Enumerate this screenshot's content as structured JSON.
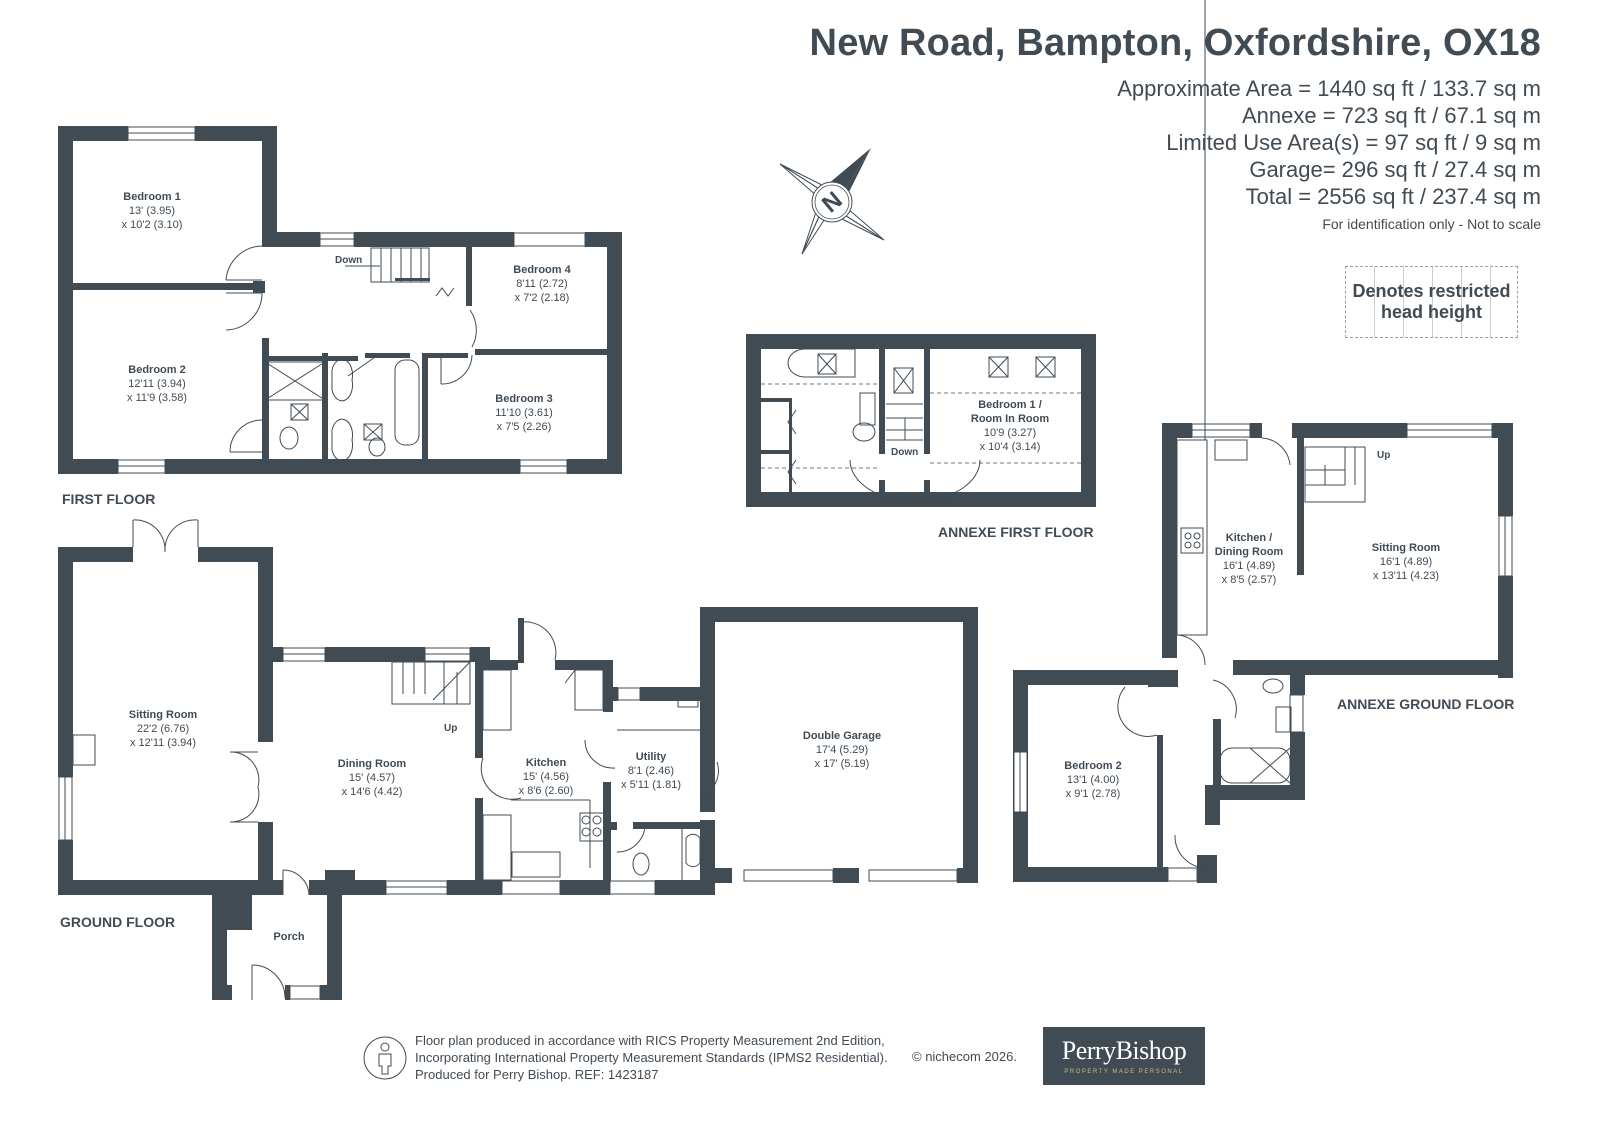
{
  "header": {
    "title": "New Road, Bampton, Oxfordshire, OX18",
    "areas": [
      "Approximate Area = 1440 sq ft / 133.7 sq m",
      "Annexe = 723 sq ft / 67.1 sq m",
      "Limited Use Area(s) = 97 sq ft / 9 sq m",
      "Garage= 296 sq ft / 27.4 sq m",
      "Total = 2556 sq ft / 237.4 sq m"
    ],
    "note": "For identification only - Not to scale"
  },
  "legend": {
    "restricted_line1": "Denotes restricted",
    "restricted_line2": "head height"
  },
  "compass": {
    "icon": "north-compass-icon",
    "label": "N"
  },
  "colors": {
    "wall": "#414b54",
    "text": "#414b54",
    "logo_bg": "#414b54",
    "logo_tagline": "#c9b98a"
  },
  "floors": {
    "first_floor": {
      "label": "FIRST FLOOR",
      "rooms": [
        {
          "name": "Bedroom 1",
          "dim1": "13' (3.95)",
          "dim2": "x 10'2 (3.10)"
        },
        {
          "name": "Bedroom 2",
          "dim1": "12'11 (3.94)",
          "dim2": "x 11'9 (3.58)"
        },
        {
          "name": "Bedroom 4",
          "dim1": "8'11 (2.72)",
          "dim2": "x 7'2 (2.18)"
        },
        {
          "name": "Bedroom 3",
          "dim1": "11'10 (3.61)",
          "dim2": "x 7'5 (2.26)"
        }
      ],
      "stairs_label": "Down"
    },
    "ground_floor": {
      "label": "GROUND FLOOR",
      "rooms": [
        {
          "name": "Sitting Room",
          "dim1": "22'2 (6.76)",
          "dim2": "x 12'11 (3.94)"
        },
        {
          "name": "Dining Room",
          "dim1": "15' (4.57)",
          "dim2": "x 14'6 (4.42)"
        },
        {
          "name": "Kitchen",
          "dim1": "15' (4.56)",
          "dim2": "x 8'6 (2.60)"
        },
        {
          "name": "Utility",
          "dim1": "8'1 (2.46)",
          "dim2": "x 5'11 (1.81)"
        },
        {
          "name": "Double Garage",
          "dim1": "17'4 (5.29)",
          "dim2": "x 17' (5.19)"
        },
        {
          "name": "Porch"
        }
      ],
      "stairs_label": "Up"
    },
    "annexe_first_floor": {
      "label": "ANNEXE FIRST FLOOR",
      "rooms": [
        {
          "name_line1": "Bedroom 1 /",
          "name_line2": "Room In Room",
          "dim1": "10'9 (3.27)",
          "dim2": "x 10'4 (3.14)"
        }
      ],
      "stairs_label": "Down"
    },
    "annexe_ground_floor": {
      "label": "ANNEXE GROUND FLOOR",
      "rooms": [
        {
          "name_line1": "Kitchen /",
          "name_line2": "Dining Room",
          "dim1": "16'1 (4.89)",
          "dim2": "x 8'5 (2.57)"
        },
        {
          "name": "Sitting Room",
          "dim1": "16'1 (4.89)",
          "dim2": "x 13'11 (4.23)"
        },
        {
          "name": "Bedroom 2",
          "dim1": "13'1 (4.00)",
          "dim2": "x 9'1 (2.78)"
        }
      ],
      "stairs_label": "Up"
    }
  },
  "footer": {
    "line1": "Floor plan produced in accordance with RICS Property Measurement 2nd Edition,",
    "line2": "Incorporating International Property Measurement Standards (IPMS2 Residential).",
    "line3": "Produced for Perry Bishop.   REF: 1423187",
    "copyright": "© nichecom 2026.",
    "icon": "person-icon"
  },
  "logo": {
    "brand": "PerryBishop",
    "tagline": "PROPERTY MADE PERSONAL"
  }
}
